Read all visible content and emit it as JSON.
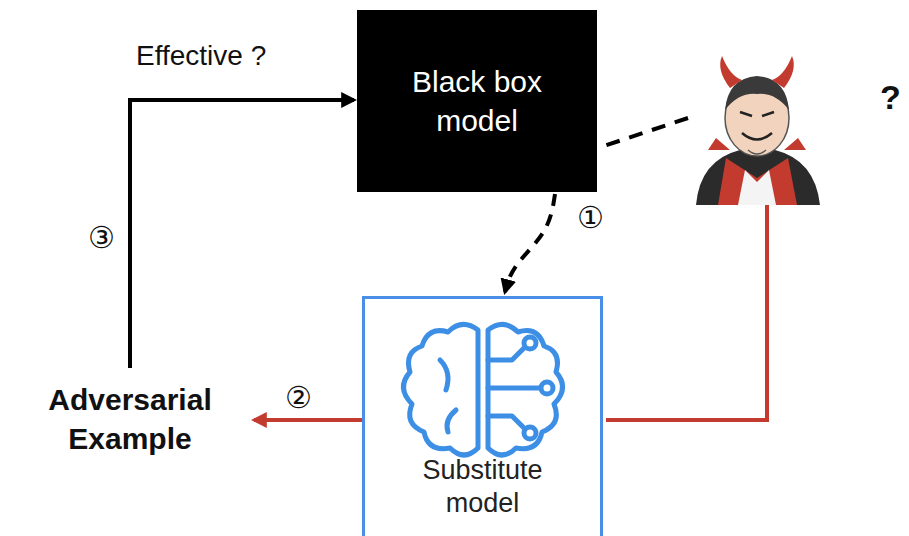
{
  "diagram": {
    "nodes": [
      {
        "text": [
          "Black box model"
        ]
      },
      {
        "text": [
          "Substitute model"
        ]
      },
      {
        "text": [
          "Adversarial Example"
        ]
      }
    ],
    "edges": [
      {
        "from": 0,
        "to": 1,
        "arrow": "to",
        "label": "①"
      },
      {
        "from": 1,
        "to": 2,
        "arrow": "to",
        "label": "②"
      },
      {
        "from": 2,
        "to": 0,
        "arrow": "to",
        "label": "③"
      }
    ],
    "labels": [
      "Effective ?",
      "?"
    ]
  }
}
